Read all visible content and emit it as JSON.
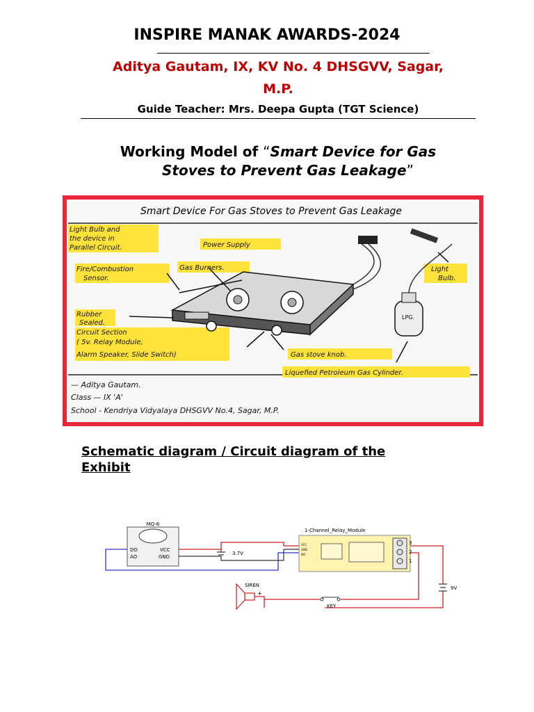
{
  "header": {
    "award_title": "INSPIRE MANAK AWARDS-2024",
    "student_line1": "Aditya Gautam, IX, KV No. 4 DHSGVV, Sagar,",
    "student_line2": "M.P.",
    "guide_teacher": "Guide Teacher: Mrs. Deepa Gupta (TGT Science)"
  },
  "model_title": {
    "prefix": "Working Model of ",
    "open_quote": "“",
    "italic_line1": "Smart Device for Gas",
    "italic_line2": "Stoves to Prevent Gas Leakage",
    "close_quote": "”"
  },
  "photo": {
    "chart_title": "Smart Device For Gas Stoves to Prevent Gas Leakage",
    "labels": {
      "light_bulb_device": [
        "Light Bulb and",
        "the device in",
        "Parallel Circuit."
      ],
      "power_supply": "Power Supply",
      "fire_sensor": [
        "Fire/Combustion",
        "Sensor."
      ],
      "gas_burners": "Gas Burners.",
      "light_bulb": [
        "Light",
        "Bulb."
      ],
      "rubber_sealed": [
        "Rubber",
        "Sealed."
      ],
      "circuit_section": [
        "Circuit Section",
        "( 5v. Relay Module,",
        "Alarm Speaker, Slide Switch)"
      ],
      "gas_stove_knob": "Gas stove knob.",
      "lpg_cylinder": "Liquefied Petroleum Gas Cylinder.",
      "lpg_tag": "LPG."
    },
    "credits": [
      "— Aditya Gautam.",
      "Class — IX 'A'",
      "School - Kendriya Vidyalaya DHSGVV No.4, Sagar, M.P."
    ],
    "colors": {
      "border": "#e8283a",
      "highlight": "#ffe23a"
    }
  },
  "schematic": {
    "heading_line1": "Schematic diagram / Circuit diagram of the",
    "heading_line2": "Exhibit",
    "sensor_label": "MQ-6",
    "pin_do": "DO",
    "pin_ao": "AO",
    "pin_vcc": "VCC",
    "pin_gnd": "GND",
    "battery1": "3.7V",
    "relay_label": "1-Channel_Relay_Module",
    "relay_pin_vcc": "VCC",
    "relay_pin_gnd": "GND",
    "relay_pin_in": "IN1",
    "terminal_3": "3",
    "terminal_2": "2",
    "terminal_1": "1",
    "battery2": "9V",
    "siren_label": "SIREN",
    "plus": "+",
    "key_label": "KEY"
  }
}
